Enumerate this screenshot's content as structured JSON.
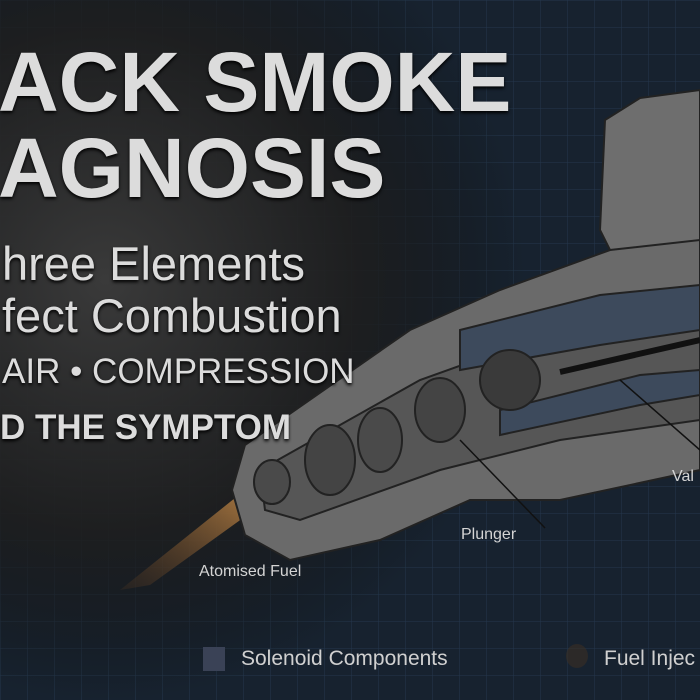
{
  "title": {
    "line1": "ACK SMOKE",
    "line2": "AGNOSIS",
    "subtitle1": "hree Elements",
    "subtitle2": "fect Combustion",
    "elements": "AIR • COMPRESSION",
    "symptom": "D THE SYMPTOM"
  },
  "diagram": {
    "labels": {
      "plunger": "Plunger",
      "atomised_fuel": "Atomised Fuel",
      "valve": "Val"
    }
  },
  "legend": [
    {
      "label": "Solenoid Components",
      "color": "#3a4256"
    },
    {
      "label": "Fuel Injec",
      "color": "#5a4530"
    }
  ],
  "colors": {
    "background": "#121a24",
    "grid": "#2a4058",
    "injector_body": "#6b6b6b",
    "fuel_spray": "#b07a40"
  }
}
